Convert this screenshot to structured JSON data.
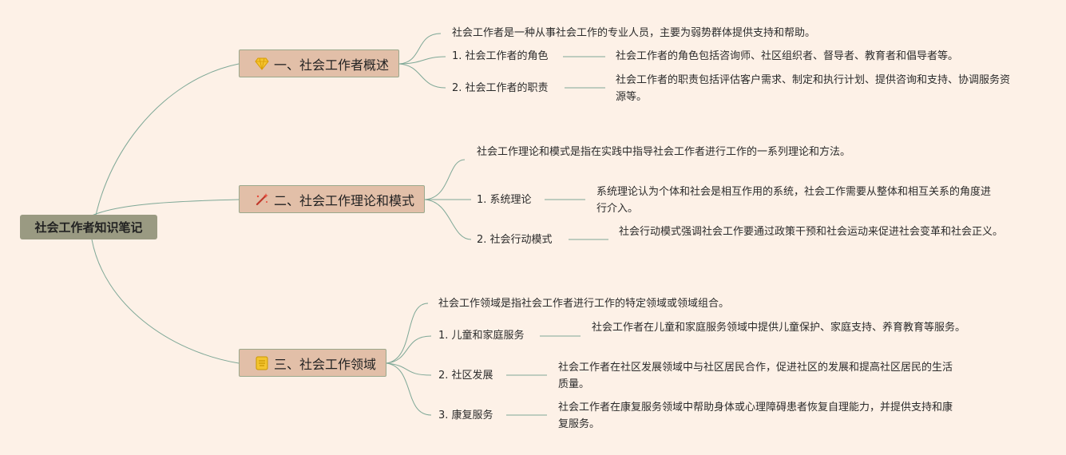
{
  "root": {
    "title": "社会工作者知识笔记"
  },
  "branches": [
    {
      "label": "一、社会工作者概述",
      "icon": "diamond-icon",
      "intro": "社会工作者是一种从事社会工作的专业人员，主要为弱势群体提供支持和帮助。",
      "items": [
        {
          "label": "1. 社会工作者的角色",
          "detail": "社会工作者的角色包括咨询师、社区组织者、督导者、教育者和倡导者等。"
        },
        {
          "label": "2. 社会工作者的职责",
          "detail": "社会工作者的职责包括评估客户需求、制定和执行计划、提供咨询和支持、协调服务资源等。"
        }
      ]
    },
    {
      "label": "二、社会工作理论和模式",
      "icon": "magic-wand-icon",
      "intro": "社会工作理论和模式是指在实践中指导社会工作者进行工作的一系列理论和方法。",
      "items": [
        {
          "label": "1. 系统理论",
          "detail": "系统理论认为个体和社会是相互作用的系统，社会工作需要从整体和相互关系的角度进行介入。"
        },
        {
          "label": "2. 社会行动模式",
          "detail": "社会行动模式强调社会工作要通过政策干预和社会运动来促进社会变革和社会正义。"
        }
      ]
    },
    {
      "label": "三、社会工作领域",
      "icon": "badge-icon",
      "intro": "社会工作领域是指社会工作者进行工作的特定领域或领域组合。",
      "items": [
        {
          "label": "1. 儿童和家庭服务",
          "detail": "社会工作者在儿童和家庭服务领域中提供儿童保护、家庭支持、养育教育等服务。"
        },
        {
          "label": "2. 社区发展",
          "detail": "社会工作者在社区发展领域中与社区居民合作，促进社区的发展和提高社区居民的生活质量。"
        },
        {
          "label": "3. 康复服务",
          "detail": "社会工作者在康复服务领域中帮助身体或心理障碍患者恢复自理能力，并提供支持和康复服务。"
        }
      ]
    }
  ],
  "colors": {
    "background": "#fdf1e7",
    "root": "#9a9a82",
    "branch": "#e2bfa8",
    "connector": "#7fa897"
  }
}
